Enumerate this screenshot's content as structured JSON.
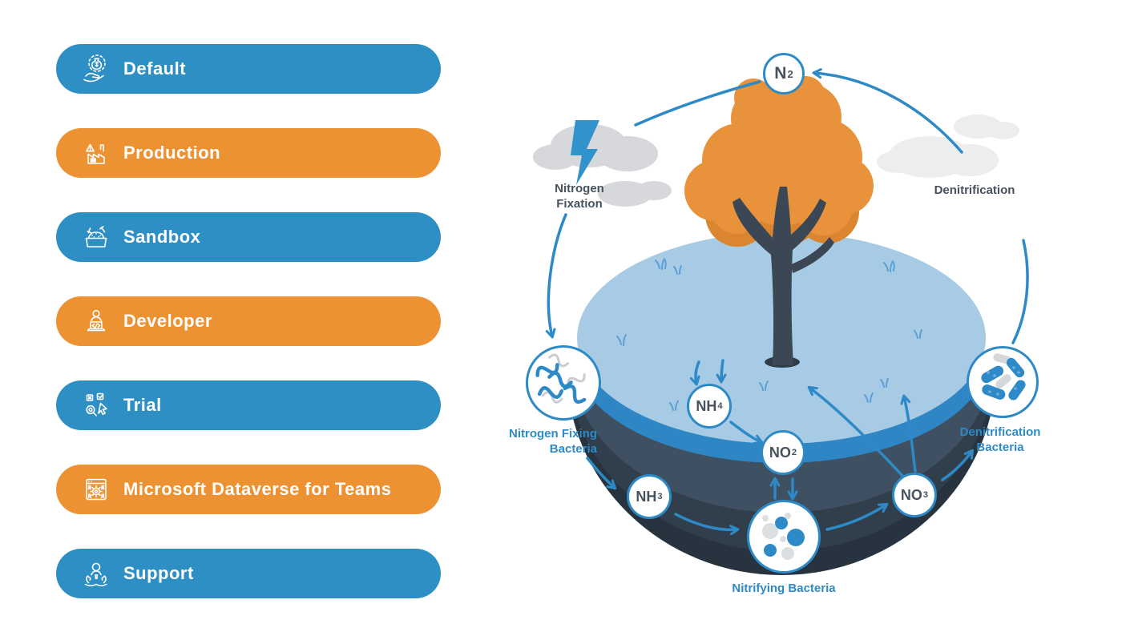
{
  "palette": {
    "pill_blue": "#2E8FC4",
    "pill_orange": "#EC9233",
    "diagram_blue": "#2E8AC6",
    "dark_text": "#47525F",
    "surface_blue": "#A7CBE5",
    "soil_mid": "#3E5061",
    "soil_dark": "#313F4D",
    "soil_darkest": "#27333E",
    "tree_orange": "#E8923B",
    "trunk_slate": "#3B4754",
    "cloud_gray": "#D6D8DB",
    "cloud_light": "#ECEDEE",
    "lightning_blue": "#3193CC"
  },
  "environment_list": {
    "items": [
      {
        "label": "Default",
        "color": "blue",
        "icon": "hand-coin-icon"
      },
      {
        "label": "Production",
        "color": "orange",
        "icon": "factory-icon"
      },
      {
        "label": "Sandbox",
        "color": "blue",
        "icon": "sandbox-icon"
      },
      {
        "label": "Developer",
        "color": "orange",
        "icon": "developer-icon"
      },
      {
        "label": "Trial",
        "color": "blue",
        "icon": "trial-icon"
      },
      {
        "label": "Microsoft Dataverse for Teams",
        "color": "orange",
        "icon": "dataverse-icon"
      },
      {
        "label": "Support",
        "color": "blue",
        "icon": "support-icon"
      }
    ]
  },
  "diagram": {
    "molecules": {
      "n2": {
        "formula": "N",
        "subscript": "2"
      },
      "nh4": {
        "formula": "NH",
        "subscript": "4"
      },
      "no2": {
        "formula": "NO",
        "subscript": "2"
      },
      "nh3": {
        "formula": "NH",
        "subscript": "3"
      },
      "no3": {
        "formula": "NO",
        "subscript": "3"
      }
    },
    "labels": {
      "nitrogen_fixation": {
        "line1": "Nitrogen",
        "line2": "Fixation"
      },
      "denitrification": {
        "text": "Denitrification"
      },
      "nitrogen_fixing_bacteria": {
        "line1": "Nitrogen Fixing",
        "line2": "Bacteria"
      },
      "nitrifying_bacteria": {
        "text": "Nitrifying Bacteria"
      },
      "denitrification_bacteria": {
        "line1": "Denitrification",
        "line2": "Bacteria"
      }
    }
  }
}
